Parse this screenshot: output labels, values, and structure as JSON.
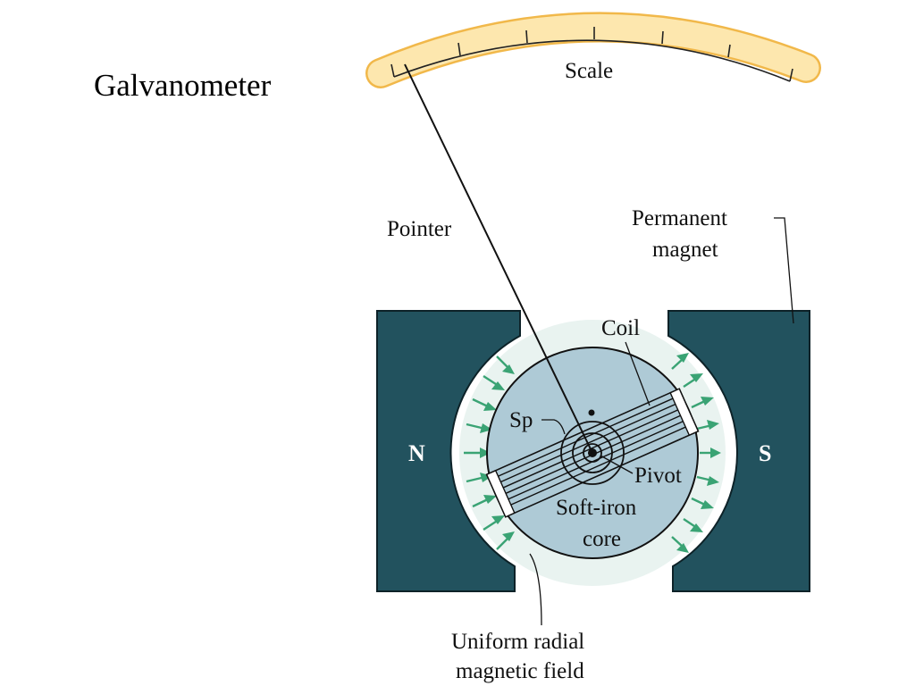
{
  "title": "Galvanometer",
  "labels": {
    "scale": "Scale",
    "pointer": "Pointer",
    "permanent_magnet_line1": "Permanent",
    "permanent_magnet_line2": "magnet",
    "coil": "Coil",
    "spring": "Sp",
    "pivot": "Pivot",
    "soft_iron_line1": "Soft-iron",
    "soft_iron_line2": "core",
    "north_pole": "N",
    "south_pole": "S",
    "field_line1": "Uniform radial",
    "field_line2": "magnetic field"
  },
  "colors": {
    "magnet": "#22525e",
    "core": "#aecad6",
    "field_gap": "#e9f3f0",
    "field_arrow": "#3aa374",
    "scale_fill": "#fde7ae",
    "scale_outline": "#f1b84a"
  }
}
